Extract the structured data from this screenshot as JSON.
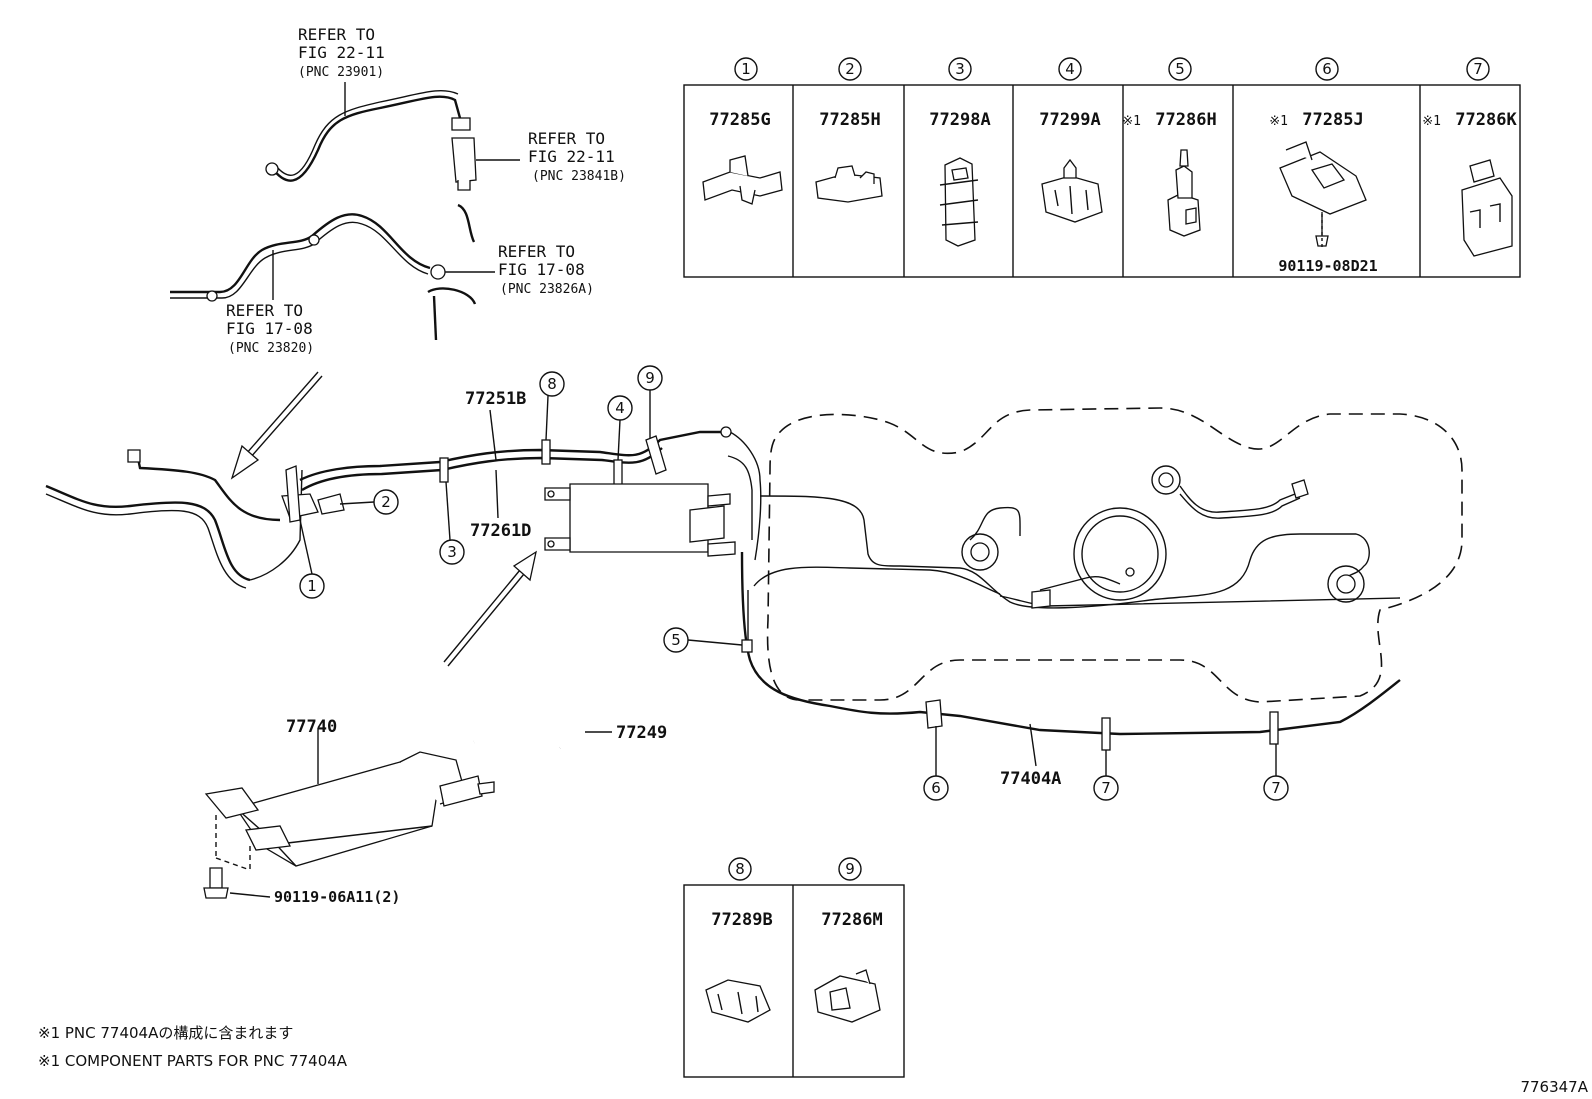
{
  "parts_table_top": [
    {
      "index": "1",
      "part": "77285G",
      "marker": ""
    },
    {
      "index": "2",
      "part": "77285H",
      "marker": ""
    },
    {
      "index": "3",
      "part": "77298A",
      "marker": ""
    },
    {
      "index": "4",
      "part": "77299A",
      "marker": ""
    },
    {
      "index": "5",
      "part": "77286H",
      "marker": "※1"
    },
    {
      "index": "6",
      "part": "77285J",
      "marker": "※1",
      "sub_part": "90119-08D21"
    },
    {
      "index": "7",
      "part": "77286K",
      "marker": "※1"
    }
  ],
  "parts_table_bottom": [
    {
      "index": "8",
      "part": "77289B"
    },
    {
      "index": "9",
      "part": "77286M"
    }
  ],
  "references": [
    {
      "line1": "REFER TO",
      "line2": "FIG 22-11",
      "line3": "(PNC 23901)"
    },
    {
      "line1": "REFER TO",
      "line2": "FIG 22-11",
      "line3": "(PNC 23841B)"
    },
    {
      "line1": "REFER TO",
      "line2": "FIG 17-08",
      "line3": "(PNC 23826A)"
    },
    {
      "line1": "REFER TO",
      "line2": "FIG 17-08",
      "line3": "(PNC 23820)"
    }
  ],
  "callouts": {
    "c77251B": "77251B",
    "c77261D": "77261D",
    "c77740": "77740",
    "c77249": "77249",
    "c77404A": "77404A",
    "c90119_06A11": "90119-06A11(2)"
  },
  "circled": [
    "1",
    "2",
    "3",
    "4",
    "5",
    "6",
    "7",
    "8",
    "9"
  ],
  "notes": {
    "jp": "※1 PNC 77404Aの構成に含まれます",
    "en": "※1 COMPONENT PARTS FOR PNC 77404A"
  },
  "figure_id": "776347A"
}
